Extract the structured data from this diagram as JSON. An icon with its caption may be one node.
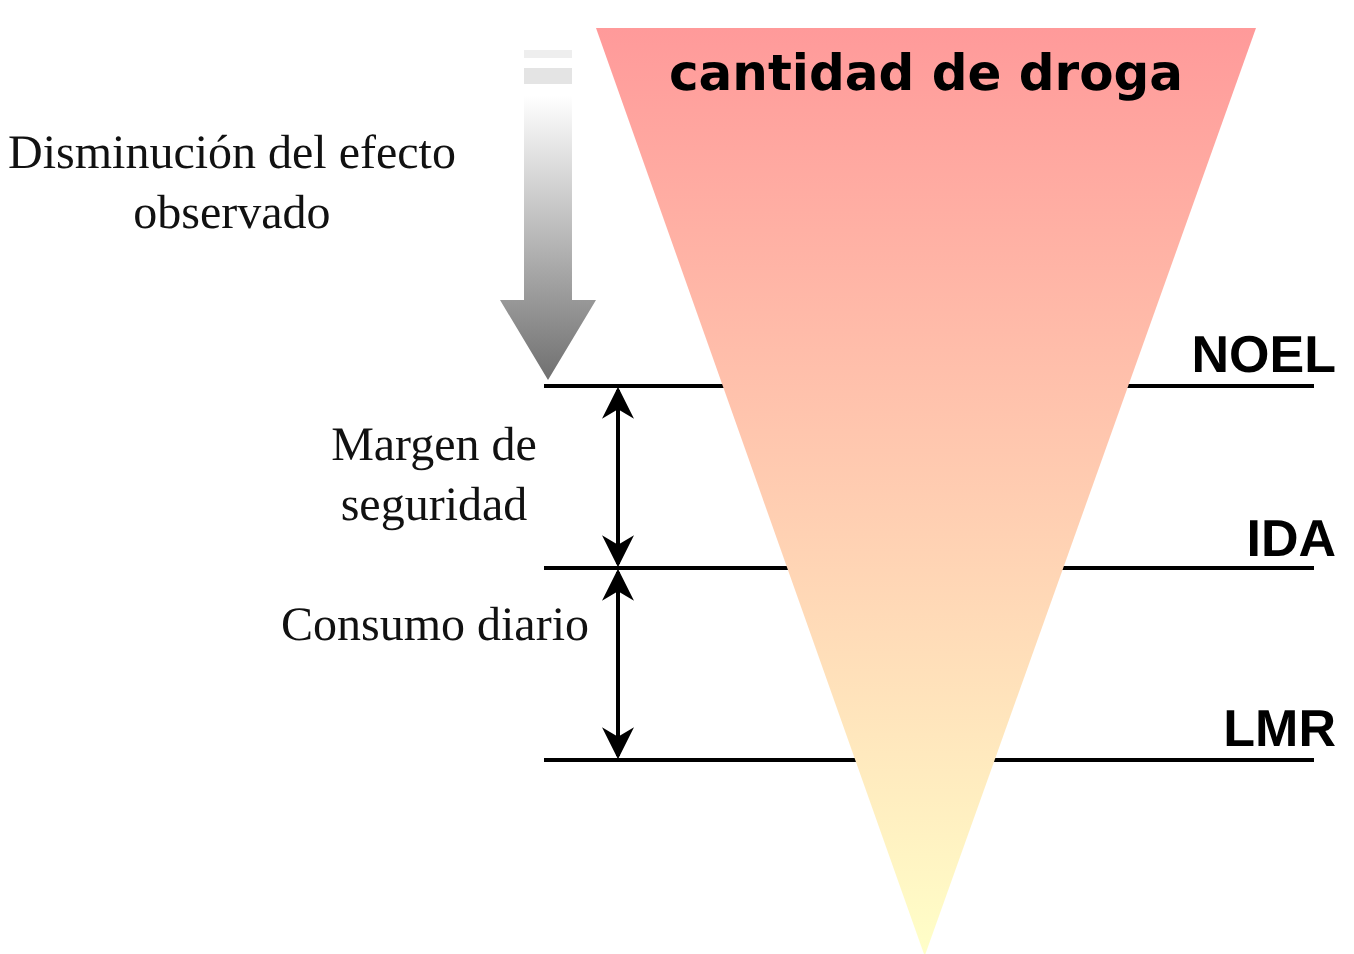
{
  "diagram": {
    "nodes": [
      {
        "text": [
          "cantidad de droga"
        ]
      }
    ],
    "labels": [
      "Disminución del efecto observado",
      "NOEL",
      "Margen de seguridad",
      "IDA",
      "Consumo diario",
      "LMR"
    ]
  }
}
